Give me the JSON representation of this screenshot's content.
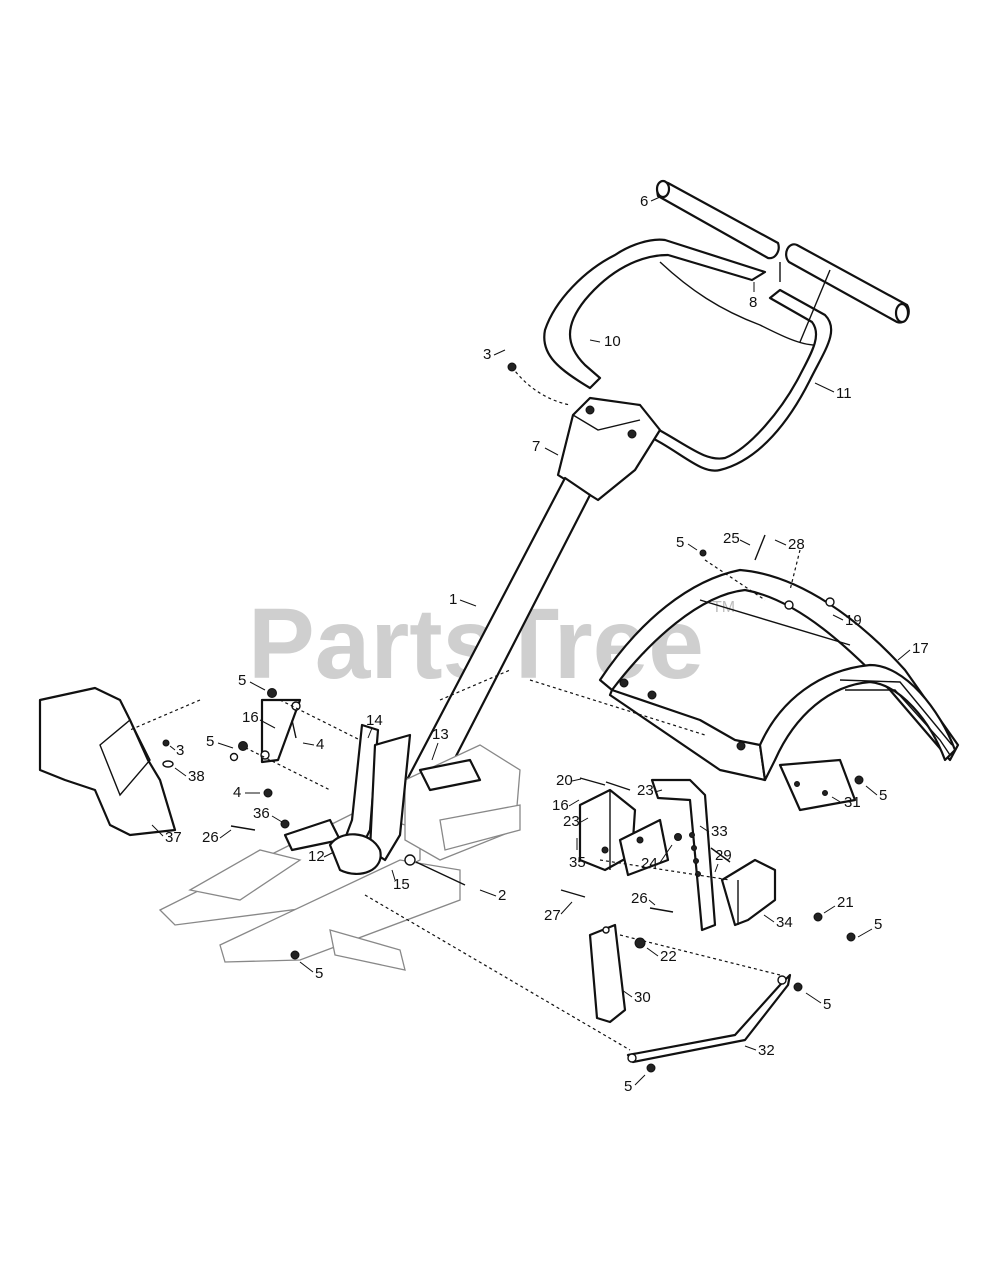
{
  "watermark": {
    "brand": "PartsTree",
    "trademark": "TM"
  },
  "callouts": [
    "1",
    "2",
    "3",
    "4",
    "5",
    "6",
    "7",
    "8",
    "10",
    "11",
    "12",
    "13",
    "14",
    "15",
    "16",
    "17",
    "19",
    "20",
    "21",
    "22",
    "23",
    "24",
    "25",
    "26",
    "27",
    "28",
    "29",
    "30",
    "31",
    "32",
    "33",
    "34",
    "35",
    "36",
    "37",
    "38"
  ]
}
